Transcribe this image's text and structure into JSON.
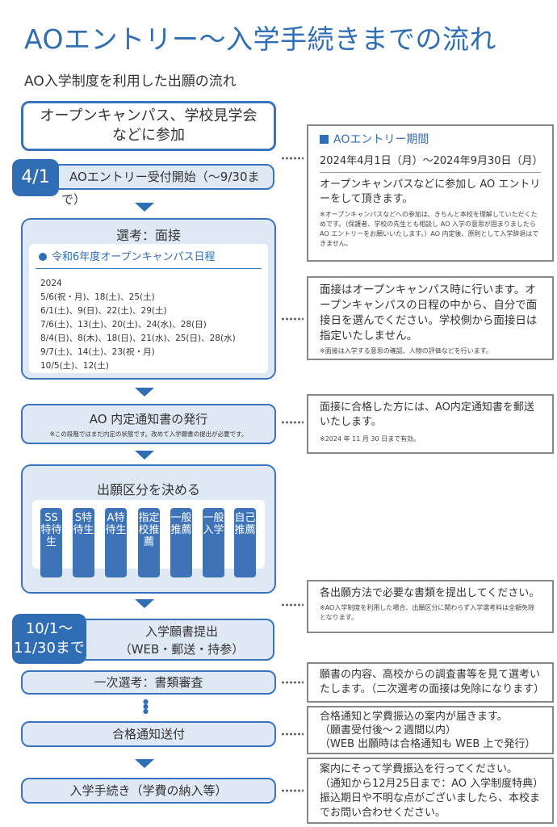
{
  "header": {
    "title": "AOエントリー〜入学手続きまでの流れ",
    "subtitle": "AO入学制度を利用した出願の流れ"
  },
  "flow": {
    "open_campus": {
      "line1": "オープンキャンパス、学校見学会",
      "line2": "などに参加"
    },
    "entry": {
      "date": "4/1",
      "label": "AOエントリー受付開始（〜9/30まで）"
    },
    "selection": {
      "title": "選考：面接",
      "schedule_title": "令和6年度オープンキャンパス日程",
      "year": "2024",
      "dates": [
        "5/6(祝・月)、18(土)、25(土)",
        "6/1(土)、9(日)、22(土)、29(土)",
        "7/6(土)、13(土)、20(土)、24(水)、28(日)",
        "8/4(日)、8(木)、18(日)、21(水)、25(日)、28(水)",
        "9/7(土)、14(土)、23(祝・月)",
        "10/5(土)、12(土)"
      ]
    },
    "notice": {
      "title": "AO 内定通知書の発行",
      "note": "※この段階ではまだ内定の状態です。改めて入学願書の提出が必要です。"
    },
    "category": {
      "title": "出願区分を決める",
      "items": [
        "SS特待生",
        "S特待生",
        "A特待生",
        "指定校推薦",
        "一般推薦",
        "一般入学",
        "自己推薦"
      ]
    },
    "application": {
      "date_line1": "10/1〜",
      "date_line2": "11/30まで",
      "line1": "入学願書提出",
      "line2": "（WEB・郵送・持参）"
    },
    "first_screening": "一次選考：書類審査",
    "result": "合格通知送付",
    "enrollment": "入学手続き（学費の納入等）"
  },
  "notes": {
    "period": {
      "title": "AOエントリー期間",
      "range": "2024年4月1日（月）〜2024年9月30日（月）",
      "text": "オープンキャンパスなどに参加し AO エントリーをして頂きます。",
      "small": "※オープンキャンパスなどへの参加は、きちんと本校を理解していただくためです。（保護者、学校の先生とも相談し AO 入学の意思が固まりましたら AO エントリーをお願いいたします。）AO 内定後、原則として入学辞退はできません。"
    },
    "interview": {
      "text": "面接はオープンキャンパス時に行います。オープンキャンパスの日程の中から、自分で面接日を選んでください。学校側から面接日は指定いたしません。",
      "small": "※面接は入学する意思の確認、人物の評価などを行います。"
    },
    "pass": {
      "text": "面接に合格した方には、AO内定通知書を郵送いたします。",
      "small": "※2024 年 11 月 30 日まで有効。"
    },
    "documents": {
      "text": "各出願方法で必要な書類を提出してください。",
      "small": "※AO入学制度を利用した場合、出願区分に関わらず入学選考料は全額免除となります。"
    },
    "review": {
      "text": "願書の内容、高校からの調査書等を見て選考いたします。（二次選考の面接は免除になります）"
    },
    "acceptance": {
      "line1": "合格通知と学費振込の案内が届きます。",
      "line2": "（願書受付後〜２週間以内）",
      "line3": "（WEB 出願時は合格通知も WEB 上で発行）"
    },
    "payment": {
      "line1": "案内にそって学費振込を行ってください。",
      "line2": "（通知から12月25日まで：AO 入学制度特典）",
      "line3": "振込期日や不明な点がございましたら、本校までお問い合わせください。"
    }
  }
}
